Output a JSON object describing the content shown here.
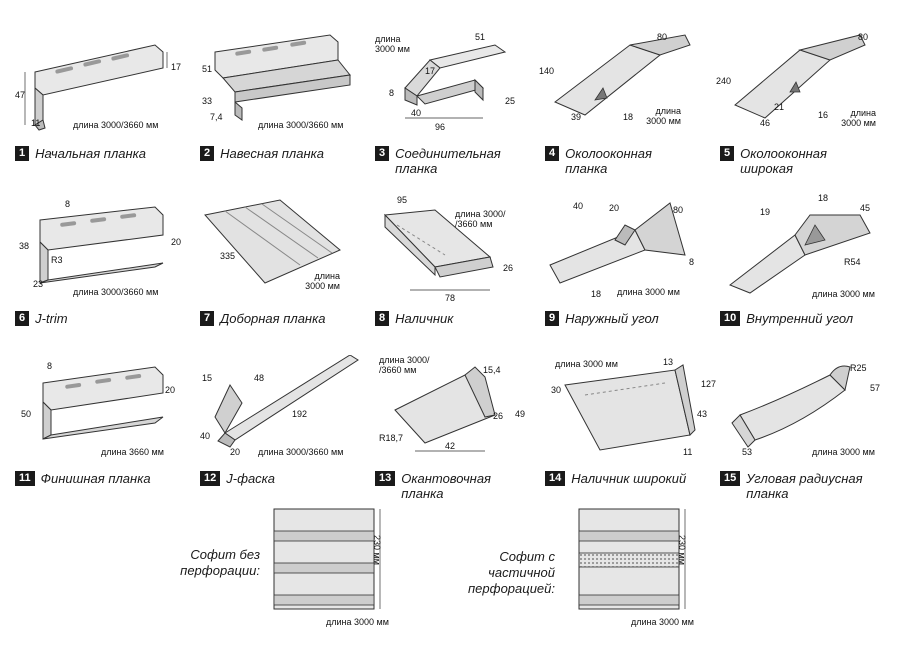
{
  "panels": [
    {
      "num": "1",
      "title": "Начальная планка",
      "dims": [
        "47",
        "11",
        "17",
        "длина 3000/3660 мм"
      ]
    },
    {
      "num": "2",
      "title": "Навесная планка",
      "dims": [
        "51",
        "33",
        "7,4",
        "длина 3000/3660 мм"
      ]
    },
    {
      "num": "3",
      "title": "Соединительная планка",
      "dims": [
        "длина 3000 мм",
        "51",
        "17",
        "8",
        "25",
        "40",
        "96"
      ]
    },
    {
      "num": "4",
      "title": "Околооконная планка",
      "dims": [
        "80",
        "140",
        "39",
        "18",
        "длина 3000 мм"
      ]
    },
    {
      "num": "5",
      "title": "Околооконная широкая",
      "dims": [
        "80",
        "240",
        "21",
        "46",
        "16",
        "длина 3000 мм"
      ]
    },
    {
      "num": "6",
      "title": "J-trim",
      "dims": [
        "8",
        "38",
        "R3",
        "23",
        "20",
        "длина 3000/3660 мм"
      ]
    },
    {
      "num": "7",
      "title": "Доборная планка",
      "dims": [
        "335",
        "длина 3000 мм"
      ]
    },
    {
      "num": "8",
      "title": "Наличник",
      "dims": [
        "95",
        "длина 3000/ /3660 мм",
        "26",
        "78"
      ]
    },
    {
      "num": "9",
      "title": "Наружный угол",
      "dims": [
        "40",
        "20",
        "80",
        "8",
        "18",
        "длина 3000 мм"
      ]
    },
    {
      "num": "10",
      "title": "Внутренний угол",
      "dims": [
        "18",
        "19",
        "45",
        "R54",
        "длина 3000 мм"
      ]
    },
    {
      "num": "11",
      "title": "Финишная планка",
      "dims": [
        "8",
        "50",
        "20",
        "длина 3660 мм"
      ]
    },
    {
      "num": "12",
      "title": "J-фаска",
      "dims": [
        "15",
        "48",
        "192",
        "40",
        "20",
        "длина 3000/3660 мм"
      ]
    },
    {
      "num": "13",
      "title": "Окантовочная планка",
      "dims": [
        "длина 3000/ /3660 мм",
        "15,4",
        "26",
        "49",
        "R18,7",
        "42"
      ]
    },
    {
      "num": "14",
      "title": "Наличник широкий",
      "dims": [
        "длина 3000 мм",
        "13",
        "127",
        "30",
        "43",
        "11"
      ]
    },
    {
      "num": "15",
      "title": "Угловая радиусная планка",
      "dims": [
        "R25",
        "57",
        "53",
        "длина 3000 мм"
      ]
    }
  ],
  "soffits": [
    {
      "label": "Софит без перфорации:",
      "width": "230 мм",
      "length": "длина 3000 мм"
    },
    {
      "label": "Софит с частичной перфорацией:",
      "width": "230 мм",
      "length": "длина 3000 мм"
    }
  ]
}
